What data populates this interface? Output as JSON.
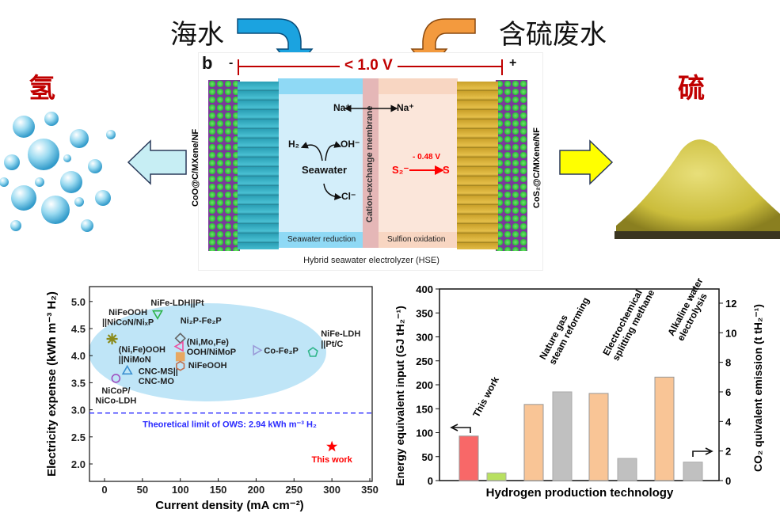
{
  "top": {
    "seawater_label": "海水",
    "sulfide_wastewater_label": "含硫废水",
    "hydrogen_label": "氢",
    "sulfur_label": "硫"
  },
  "diagram": {
    "panel_label": "b",
    "minus": "-",
    "plus": "+",
    "voltage": "< 1.0 V",
    "left_electrode": "CoO@C/MXene/NF",
    "right_electrode": "CoS₂@C/MXene/NF",
    "na_left": "Na⁺",
    "na_right": "Na⁺",
    "h2": "H₂",
    "oh": "OH⁻",
    "seawater": "Seawater",
    "cl": "Cl⁻",
    "s2": "S₂⁻",
    "s": "S",
    "potential": "- 0.48 V",
    "membrane": "Cation-exchange membrane",
    "left_chamber": "Seawater reduction",
    "right_chamber": "Sulfion oxidation",
    "caption": "Hybrid seawater electrolyzer (HSE)",
    "colors": {
      "seawater_arrow": "#1ba3e0",
      "wastewater_arrow": "#f39a3e",
      "voltage": "#c00000"
    }
  },
  "chart_data": [
    {
      "type": "scatter",
      "xlabel": "Current density (mA cm⁻²)",
      "ylabel": "Electricity expense (kWh m⁻³ H₂)",
      "xlim": [
        -20,
        350
      ],
      "ylim": [
        1.7,
        5.3
      ],
      "xticks": [
        0,
        50,
        100,
        150,
        200,
        250,
        300,
        350
      ],
      "yticks": [
        "2.0",
        "2.5",
        "3.0",
        "3.5",
        "4.0",
        "4.5",
        "5.0"
      ],
      "reference_line": {
        "y": 2.94,
        "label": "Theoretical limit of OWS: 2.94 kWh m⁻³ H₂",
        "color": "#2a2aff"
      },
      "points": [
        {
          "name": "NiFe-LDH||Pt",
          "x": 70,
          "y": 4.78,
          "marker": "triangle-down",
          "color": "#2db34a"
        },
        {
          "name": "NiFeOOH\n||NiCoN/NiₓP",
          "x": 10,
          "y": 4.31,
          "marker": "asterisk",
          "color": "#8a8a1a"
        },
        {
          "name": "Ni₂P-Fe₂P",
          "x": 100,
          "y": 4.32,
          "marker": "diamond",
          "color": "#666666"
        },
        {
          "name": "(Ni,Mo,Fe)\nOOH/NiMoP",
          "x": 100,
          "y": 4.17,
          "marker": "triangle-left",
          "color": "#ee4fa0"
        },
        {
          "name": "CNC-MS||\nCNC-MO",
          "x": 100,
          "y": 3.98,
          "marker": "square",
          "color": "#f39a3e"
        },
        {
          "name": "NiFeOOH",
          "x": 100,
          "y": 3.81,
          "marker": "hexagon",
          "color": "#c07050"
        },
        {
          "name": "(Ni,Fe)OOH\n||NiMoN",
          "x": 30,
          "y": 3.71,
          "marker": "triangle-up",
          "color": "#3a8fd0"
        },
        {
          "name": "NiCoP/\nNiCo-LDH",
          "x": 15,
          "y": 3.58,
          "marker": "circle",
          "color": "#a050c0"
        },
        {
          "name": "Co-Fe₂P",
          "x": 200,
          "y": 4.1,
          "marker": "triangle-right",
          "color": "#9a9ad8"
        },
        {
          "name": "NiFe-LDH\n||Pt/C",
          "x": 275,
          "y": 4.06,
          "marker": "pentagon",
          "color": "#2fb58a"
        },
        {
          "name": "This work",
          "x": 300,
          "y": 2.32,
          "marker": "star",
          "color": "#ff0000"
        }
      ]
    },
    {
      "type": "bar",
      "xlabel": "Hydrogen production technology",
      "ylabel": "Energy equivalent input (GJ tH₂⁻¹)",
      "ylabel_right": "CO₂ quivalent emission (t tH₂⁻¹)",
      "ylim": [
        0,
        400
      ],
      "ylim_right": [
        0,
        13
      ],
      "yticks": [
        0,
        50,
        100,
        150,
        200,
        250,
        300,
        350,
        400
      ],
      "yticks_right": [
        0,
        2,
        4,
        6,
        8,
        10,
        12
      ],
      "categories": [
        "This work",
        "Nature gas\nsteam reforming",
        "Electrochemical\nsplitting methane",
        "Alkaline water\nelectrolysis"
      ],
      "series": [
        {
          "name": "Energy equivalent input",
          "axis": "left",
          "values": [
            93,
            159,
            182,
            216
          ],
          "colors": [
            "#f86868",
            "#f9c596",
            "#f9c596",
            "#f9c596"
          ]
        },
        {
          "name": "CO₂ equivalent emission",
          "axis": "right",
          "values": [
            0.52,
            6.0,
            1.5,
            1.25
          ],
          "colors": [
            "#b8e060",
            "#c0c0c0",
            "#c0c0c0",
            "#c0c0c0"
          ]
        }
      ]
    }
  ]
}
